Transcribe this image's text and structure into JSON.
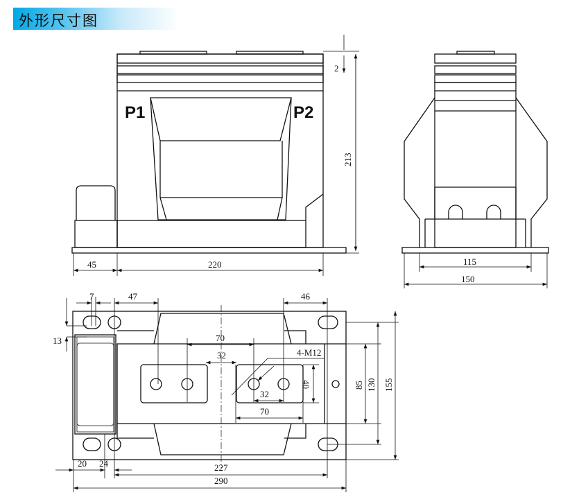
{
  "title": "外形尺寸图",
  "front_view": {
    "terminal_left": "P1",
    "terminal_right": "P2",
    "dims": {
      "top_gap": "2",
      "height": "213",
      "left_offset": "45",
      "width": "220"
    }
  },
  "side_view": {
    "dims": {
      "inner_width": "115",
      "base_width": "150"
    }
  },
  "plan_view": {
    "dims": {
      "slot": "7",
      "hole_offset": "47",
      "right_offset": "46",
      "slot_offset": "13",
      "span_70_top": "70",
      "span_32_top": "32",
      "bolt_label": "4-M12",
      "span_32_bottom": "32",
      "span_40": "40",
      "span_70_bottom": "70",
      "dim_85": "85",
      "dim_130": "130",
      "dim_155": "155",
      "dim_20": "20",
      "dim_24": "24",
      "dim_227": "227",
      "dim_290": "290"
    }
  }
}
